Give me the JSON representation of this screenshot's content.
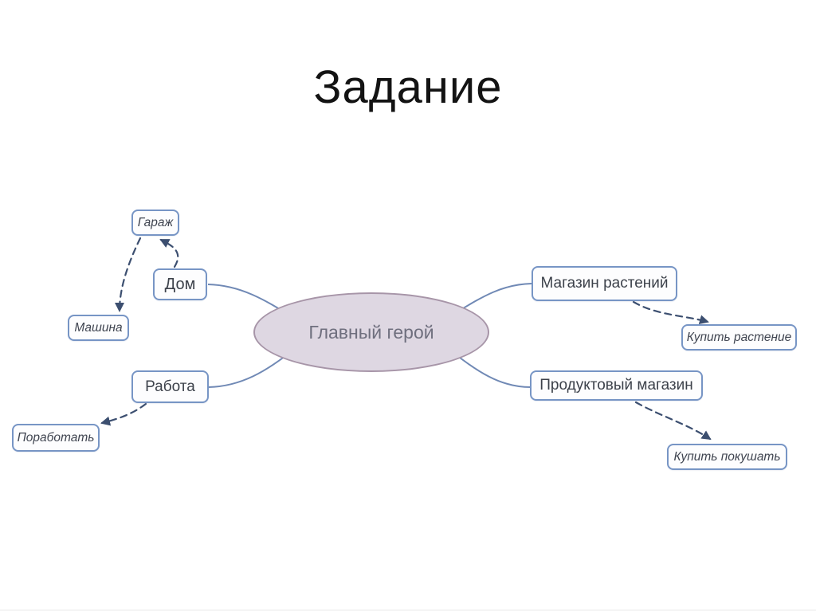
{
  "title": "Задание",
  "colors": {
    "title_color": "#131313",
    "node_border": "#7795c5",
    "node_bg": "#fdfdfe",
    "node_text": "#3d424b",
    "edge_solid": "#7089b5",
    "edge_dashed": "#3c4f70",
    "ellipse_fill": "#ded7e2",
    "ellipse_border": "#a795a8",
    "ellipse_text": "#6f6f7e"
  },
  "diagram": {
    "center": {
      "label": "Главный герой"
    },
    "nodes": {
      "garage": {
        "label": "Гараж"
      },
      "home": {
        "label": "Дом"
      },
      "car": {
        "label": "Машина"
      },
      "work": {
        "label": "Работа"
      },
      "do_work": {
        "label": "Поработать"
      },
      "plant_store": {
        "label": "Магазин растений"
      },
      "buy_plant": {
        "label": "Купить растение"
      },
      "grocery_store": {
        "label": "Продуктовый магазин"
      },
      "buy_food": {
        "label": "Купить покушать"
      }
    },
    "solid_connections": [
      "home - main character",
      "work - main character",
      "plant store - main character",
      "grocery store - main character"
    ],
    "dashed_connections": [
      "home -> garage",
      "garage -> car",
      "work -> do work",
      "plant store -> buy plant",
      "grocery store -> buy food"
    ]
  }
}
